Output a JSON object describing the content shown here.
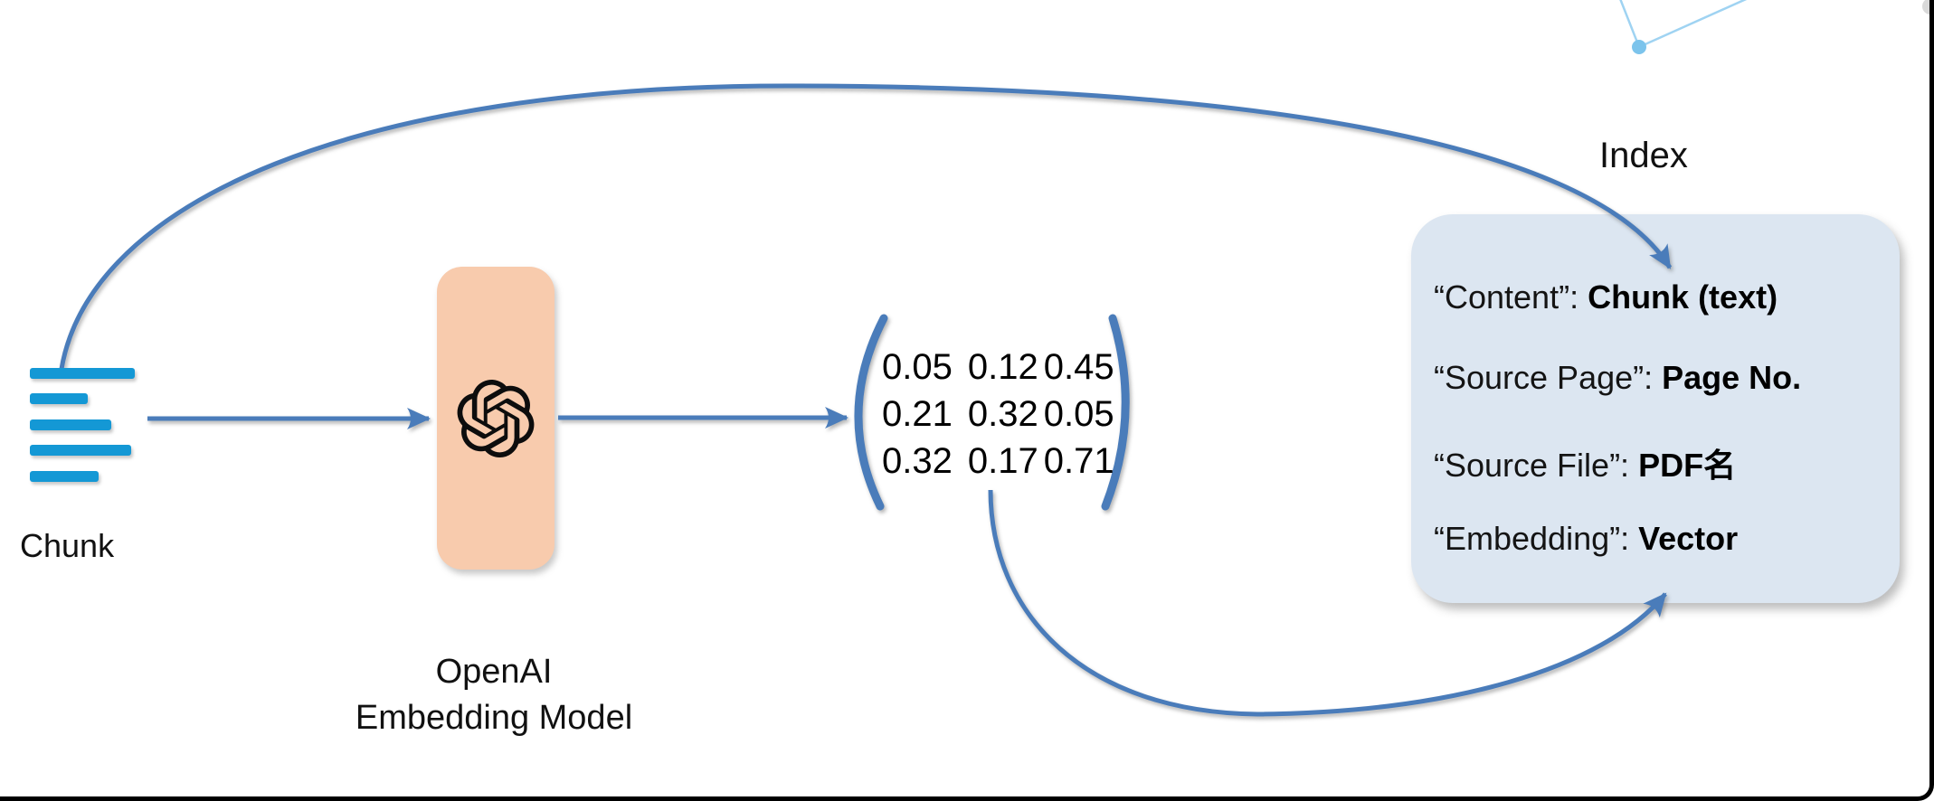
{
  "chunk": {
    "label": "Chunk"
  },
  "model": {
    "line1": "OpenAI",
    "line2": "Embedding Model"
  },
  "matrix": {
    "rows": [
      [
        "0.05",
        "0.12",
        "0.45"
      ],
      [
        "0.21",
        "0.32",
        "0.05"
      ],
      [
        "0.32",
        "0.17",
        "0.71"
      ]
    ]
  },
  "index": {
    "title": "Index",
    "fields": [
      {
        "key": "“Content”:",
        "value": "Chunk (text)"
      },
      {
        "key": "“Source Page”:",
        "value": "Page No."
      },
      {
        "key": "“Source File”:",
        "value": "PDF名"
      },
      {
        "key": "“Embedding”:",
        "value": "Vector"
      }
    ]
  },
  "colors": {
    "connector_blue": "#4a7cba",
    "chunk_bar_blue": "#1498d5",
    "model_box_fill": "#F8CBAD",
    "index_box_fill": "#DCE6F1",
    "decor_line_blue": "#9fd3f2"
  }
}
